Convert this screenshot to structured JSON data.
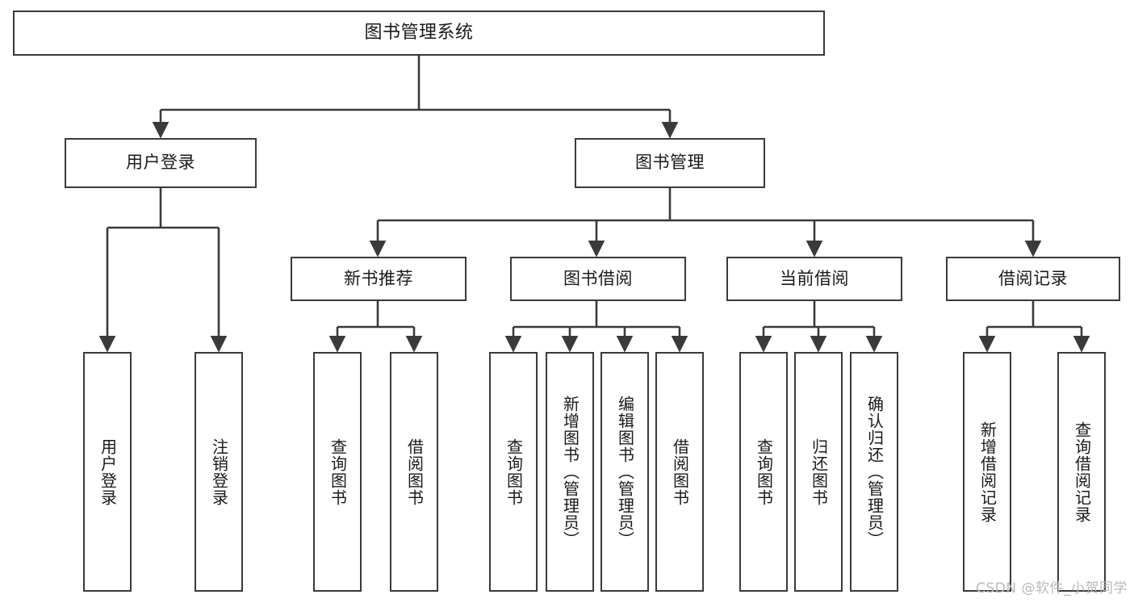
{
  "diagram": {
    "title": "图书管理系统",
    "type": "hierarchy-tree",
    "colors": {
      "background": "#ffffff",
      "stroke": "#3a3a3a",
      "text": "#1a1a1a",
      "watermark": "#b9b9b9"
    },
    "nodes": {
      "root": {
        "label": "图书管理系统"
      },
      "level1": [
        {
          "id": "user-login",
          "label": "用户登录"
        },
        {
          "id": "book-manage",
          "label": "图书管理"
        }
      ],
      "level2": [
        {
          "id": "new-book-recommend",
          "label": "新书推荐"
        },
        {
          "id": "book-borrow",
          "label": "图书借阅"
        },
        {
          "id": "current-borrow",
          "label": "当前借阅"
        },
        {
          "id": "borrow-record",
          "label": "借阅记录"
        }
      ],
      "leaves": {
        "user-login": [
          {
            "id": "leaf-user-login",
            "label": "用户登录"
          },
          {
            "id": "leaf-logout-login",
            "label": "注销登录"
          }
        ],
        "new-book-recommend": [
          {
            "id": "leaf-query-book-1",
            "label": "查询图书"
          },
          {
            "id": "leaf-borrow-book-1",
            "label": "借阅图书"
          }
        ],
        "book-borrow": [
          {
            "id": "leaf-query-book-2",
            "label": "查询图书"
          },
          {
            "id": "leaf-add-book",
            "label": "新增图书（管理员）"
          },
          {
            "id": "leaf-edit-book",
            "label": "编辑图书（管理员）"
          },
          {
            "id": "leaf-borrow-book-2",
            "label": "借阅图书"
          }
        ],
        "current-borrow": [
          {
            "id": "leaf-query-book-3",
            "label": "查询图书"
          },
          {
            "id": "leaf-return-book",
            "label": "归还图书"
          },
          {
            "id": "leaf-confirm-return",
            "label": "确认归还（管理员）"
          }
        ],
        "borrow-record": [
          {
            "id": "leaf-add-record",
            "label": "新增借阅记录"
          },
          {
            "id": "leaf-query-record",
            "label": "查询借阅记录"
          }
        ]
      }
    }
  },
  "watermark": {
    "text": "CSDN @软件_小贺同学"
  }
}
